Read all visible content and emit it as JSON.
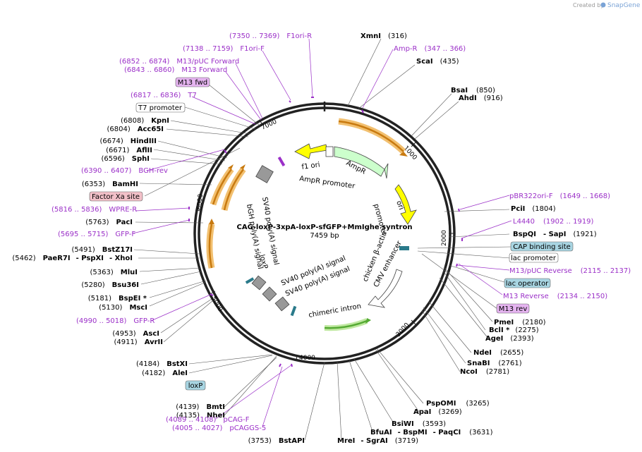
{
  "branding": {
    "created_by": "Created by",
    "product": "SnapGene"
  },
  "plasmid": {
    "name": "CAG-loxP-3xpA-loxP-sfGFP+MmIghe syntron",
    "length": "7459 bp"
  },
  "ticks": [
    "1000",
    "2000",
    "3000",
    "4000",
    "5000",
    "6000",
    "7000"
  ],
  "enzymes": {
    "XmnI": "XmnI",
    "XmnI_pos": "(316)",
    "ScaI": "ScaI",
    "ScaI_pos": "(435)",
    "BsaI": "BsaI",
    "BsaI_pos": "(850)",
    "AhdI": "AhdI",
    "AhdI_pos": "(916)",
    "PciI": "PciI",
    "PciI_pos": "(1804)",
    "BspQI": "BspQI",
    "SapI": "- SapI",
    "BspQI_pos": "(1921)",
    "PmeI": "PmeI",
    "PmeI_pos": "(2180)",
    "BclI": "BclI *",
    "BclI_pos": "(2275)",
    "AgeI": "AgeI",
    "AgeI_pos": "(2393)",
    "NdeI": "NdeI",
    "NdeI_pos": "(2655)",
    "SnaBI": "SnaBI",
    "SnaBI_pos": "(2761)",
    "NcoI": "NcoI",
    "NcoI_pos": "(2781)",
    "PspOMI": "PspOMI",
    "PspOMI_pos": "(3265)",
    "ApaI": "ApaI",
    "ApaI_pos": "(3269)",
    "BsiWI": "BsiWI",
    "BsiWI_pos": "(3593)",
    "BfuAI": "BfuAI",
    "BspMI": "- BspMI",
    "PaqCI": "- PaqCI",
    "BfuAI_pos": "(3631)",
    "MreI": "MreI",
    "SgrAI": "- SgrAI",
    "MreI_pos": "(3719)",
    "BstAPI": "BstAPI",
    "BstAPI_pos": "(3753)",
    "NheI": "NheI",
    "NheI_pos": "(4135)",
    "BmtI": "BmtI",
    "BmtI_pos": "(4139)",
    "AleI": "AleI",
    "AleI_pos": "(4182)",
    "BstXI": "BstXI",
    "BstXI_pos": "(4184)",
    "AvrII": "AvrII",
    "AvrII_pos": "(4911)",
    "AscI": "AscI",
    "AscI_pos": "(4953)",
    "MscI": "MscI",
    "MscI_pos": "(5130)",
    "BspEI": "BspEI *",
    "BspEI_pos": "(5181)",
    "Bsu36I": "Bsu36I",
    "Bsu36I_pos": "(5280)",
    "MluI": "MluI",
    "MluI_pos": "(5363)",
    "PaeR7I": "PaeR7I",
    "PspXI": "- PspXI",
    "XhoI": "- XhoI",
    "PaeR7I_pos": "(5462)",
    "BstZ17I": "BstZ17I",
    "BstZ17I_pos": "(5491)",
    "PacI": "PacI",
    "PacI_pos": "(5763)",
    "BamHI": "BamHI",
    "BamHI_pos": "(6353)",
    "SphI": "SphI",
    "SphI_pos": "(6596)",
    "AflII": "AflII",
    "AflII_pos": "(6671)",
    "HindIII": "HindIII",
    "HindIII_pos": "(6674)",
    "Acc65I": "Acc65I",
    "Acc65I_pos": "(6804)",
    "KpnI": "KpnI",
    "KpnI_pos": "(6808)"
  },
  "primers": {
    "F1ori_R": "F1ori-R",
    "F1ori_R_pos": "(7350 .. 7369)",
    "F1ori_F": "F1ori-F",
    "F1ori_F_pos": "(7138 .. 7159)",
    "M13pUC_F": "M13/pUC Forward",
    "M13pUC_F_pos": "(6852 .. 6874)",
    "M13_F": "M13 Forward",
    "M13_F_pos": "(6843 .. 6860)",
    "T7": "T7",
    "T7_pos": "(6817 .. 6836)",
    "BGH_rev": "BGH-rev",
    "BGH_rev_pos": "(6390 .. 6407)",
    "WPRE_R": "WPRE-R",
    "WPRE_R_pos": "(5816 .. 5836)",
    "GFP_F": "GFP-F",
    "GFP_F_pos": "(5695 .. 5715)",
    "GFP_R": "GFP-R",
    "GFP_R_pos": "(4990 .. 5018)",
    "pCAG_F": "pCAG-F",
    "pCAG_F_pos": "(4089 .. 4108)",
    "pCAGGS_5": "pCAGGS-5",
    "pCAGGS_5_pos": "(4005 .. 4027)",
    "Amp_R": "Amp-R",
    "Amp_R_pos": "(347 .. 366)",
    "pBR322ori_F": "pBR322ori-F",
    "pBR322ori_F_pos": "(1649 .. 1668)",
    "L4440": "L4440",
    "L4440_pos": "(1902 .. 1919)",
    "M13pUC_Rev": "M13/pUC Reverse",
    "M13pUC_Rev_pos": "(2115 .. 2137)",
    "M13_Rev": "M13 Reverse",
    "M13_Rev_pos": "(2134 .. 2150)"
  },
  "boxed_features": {
    "M13_fwd": "M13 fwd",
    "T7_promoter": "T7 promoter",
    "Factor_Xa": "Factor Xa site",
    "loxP": "loxP",
    "CAP_site": "CAP binding site",
    "lac_promoter": "lac promoter",
    "lac_operator": "lac operator",
    "M13_rev": "M13 rev"
  },
  "inner_features": {
    "f1_ori": "f1 ori",
    "AmpR_promoter": "AmpR promoter",
    "AmpR": "AmpR",
    "ori": "ori",
    "promoter": "promoter",
    "chicken_actin": "chicken β-actin",
    "CMV_enhancer": "CMV enhancer",
    "chimeric_intron": "chimeric intron",
    "SV40_pA_1": "SV40 poly(A) signal",
    "SV40_pA_2": "SV40 poly(A) signal",
    "SV40_pA_3": "SV40 poly(A) signal",
    "loxP": "loxP",
    "bGH_pA": "bGH poly(A) signal"
  },
  "colors": {
    "primer": "#9b30c8",
    "backbone": "#222222",
    "orf": "#f2a93b",
    "f1ori": "#ffff00",
    "ampr": "#ccffcc",
    "green_arrow": "#66cc44",
    "cap_box": "#a8d5e2",
    "lacop_box": "#a8d5e2",
    "m13_box": "#e5b4f0",
    "factorxa_box": "#f2c0c8"
  }
}
